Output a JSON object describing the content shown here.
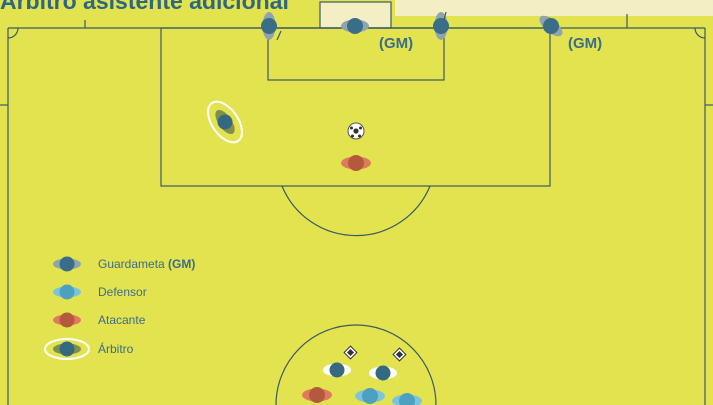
{
  "title": "Árbitro asistente adicional",
  "gm_tag": "(GM)",
  "legend": [
    {
      "key": "gk",
      "label": "Guardameta",
      "suffix": "(GM)"
    },
    {
      "key": "def",
      "label": "Defensor",
      "suffix": ""
    },
    {
      "key": "att",
      "label": "Atacante",
      "suffix": ""
    },
    {
      "key": "ref",
      "label": "Árbitro",
      "suffix": ""
    }
  ],
  "colors": {
    "pitch": "#e3e350",
    "lines": "#3a5a66",
    "goalkeeper": "#3a6d88",
    "defender": "#4ca0c0",
    "attacker": "#b35a3c",
    "referee": "#35697f",
    "banner": "#f3efc3"
  }
}
